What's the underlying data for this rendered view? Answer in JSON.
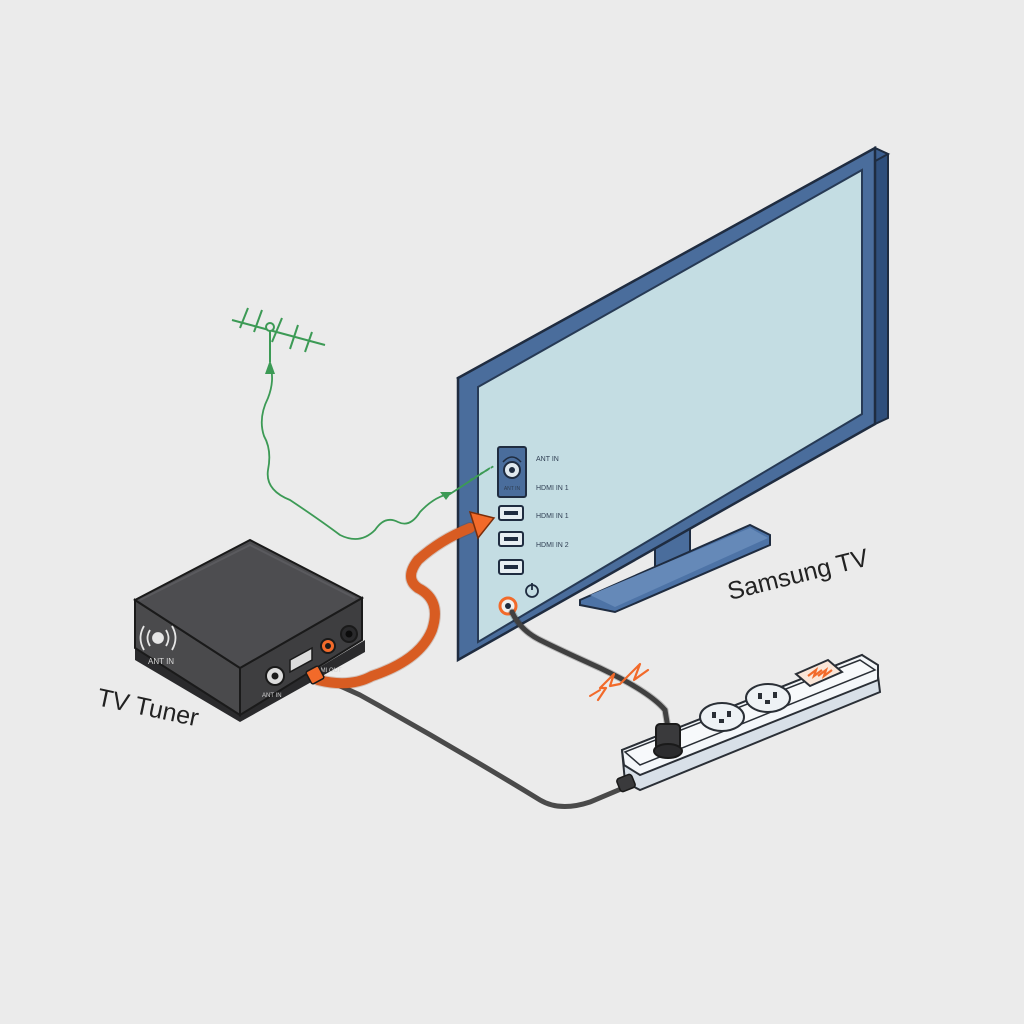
{
  "labels": {
    "tv": "Samsung TV",
    "tuner": "TV Tuner",
    "ant_in": "ANT IN",
    "ant_in_port_text": "ANT IN",
    "hdmi_in_1_a": "HDMI IN 1",
    "hdmi_in_1_b": "HDMI IN 1",
    "hdmi_in_2": "HDMI IN 2",
    "tuner_ant_port": "ANT IN",
    "tuner_ant_out": "ANT IN",
    "tuner_hdmi_out": "HDMI OUT"
  },
  "colors": {
    "background": "#ebebeb",
    "tv_frame": "#4a6d9c",
    "tv_screen": "#c4dde3",
    "tuner_body": "#4a4a4c",
    "antenna_signal": "#3c9a55",
    "hdmi_cable": "#f26a2a",
    "power_cable": "#4a4a4a",
    "power_strip": "#f4f7fa"
  },
  "icons": [
    "antenna-icon",
    "power-icon",
    "socket-icon",
    "switch-icon",
    "spark-icon"
  ]
}
